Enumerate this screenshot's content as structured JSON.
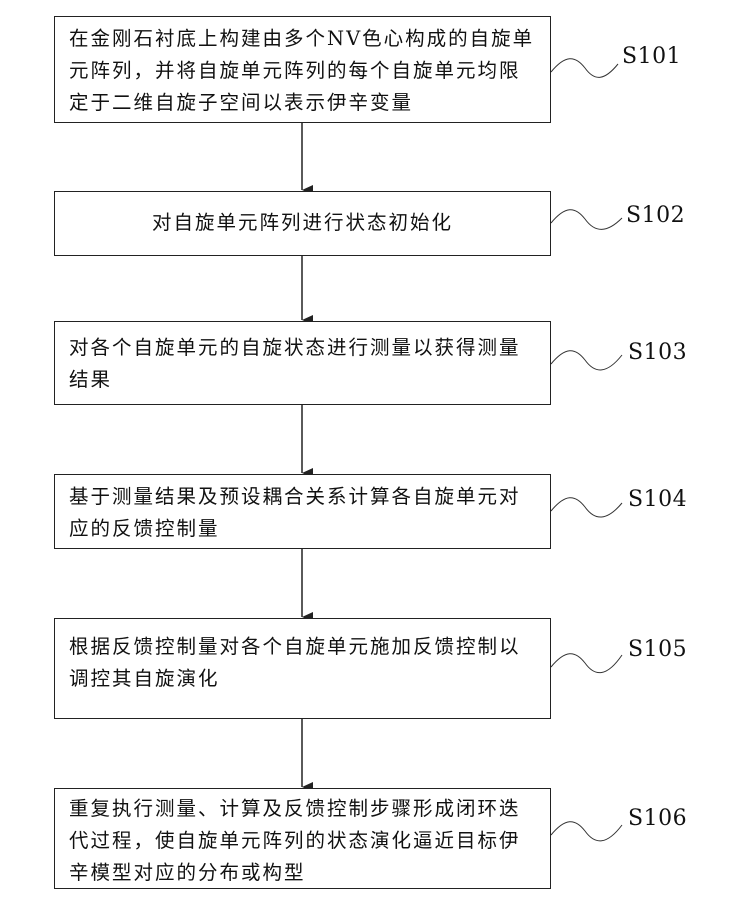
{
  "steps": [
    {
      "id": "S101",
      "text": "在金刚石衬底上构建由多个NV色心构成的自旋单元阵列，并将自旋单元阵列的每个自旋单元均限定于二维自旋子空间以表示伊辛变量"
    },
    {
      "id": "S102",
      "text": "对自旋单元阵列进行状态初始化"
    },
    {
      "id": "S103",
      "text": "对各个自旋单元的自旋状态进行测量以获得测量结果"
    },
    {
      "id": "S104",
      "text": "基于测量结果及预设耦合关系计算各自旋单元对应的反馈控制量"
    },
    {
      "id": "S105",
      "text": "根据反馈控制量对各个自旋单元施加反馈控制以调控其自旋演化"
    },
    {
      "id": "S106",
      "text": "重复执行测量、计算及反馈控制步骤形成闭环迭代过程，使自旋单元阵列的状态演化逼近目标伊辛模型对应的分布或构型"
    }
  ]
}
